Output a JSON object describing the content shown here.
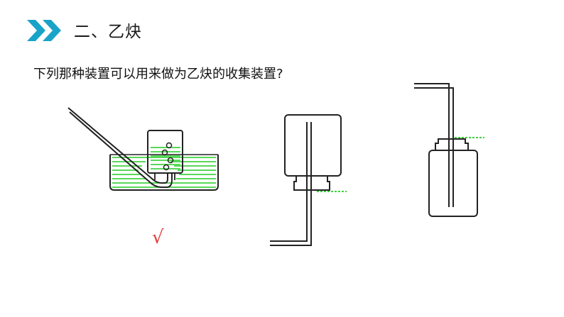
{
  "header": {
    "icon": "double-chevron-right-icon",
    "accent_color": "#1aa3c8",
    "title": "二、乙炔"
  },
  "question": {
    "text": "下列那种装置可以用来做为乙炔的收集装置?"
  },
  "diagrams": {
    "water_color": "#22cc22",
    "items": [
      {
        "name": "water-displacement-apparatus"
      },
      {
        "name": "downward-air-displacement-apparatus"
      },
      {
        "name": "upward-air-displacement-apparatus"
      }
    ]
  },
  "answer": {
    "mark": "√",
    "color": "#e23a3a"
  }
}
